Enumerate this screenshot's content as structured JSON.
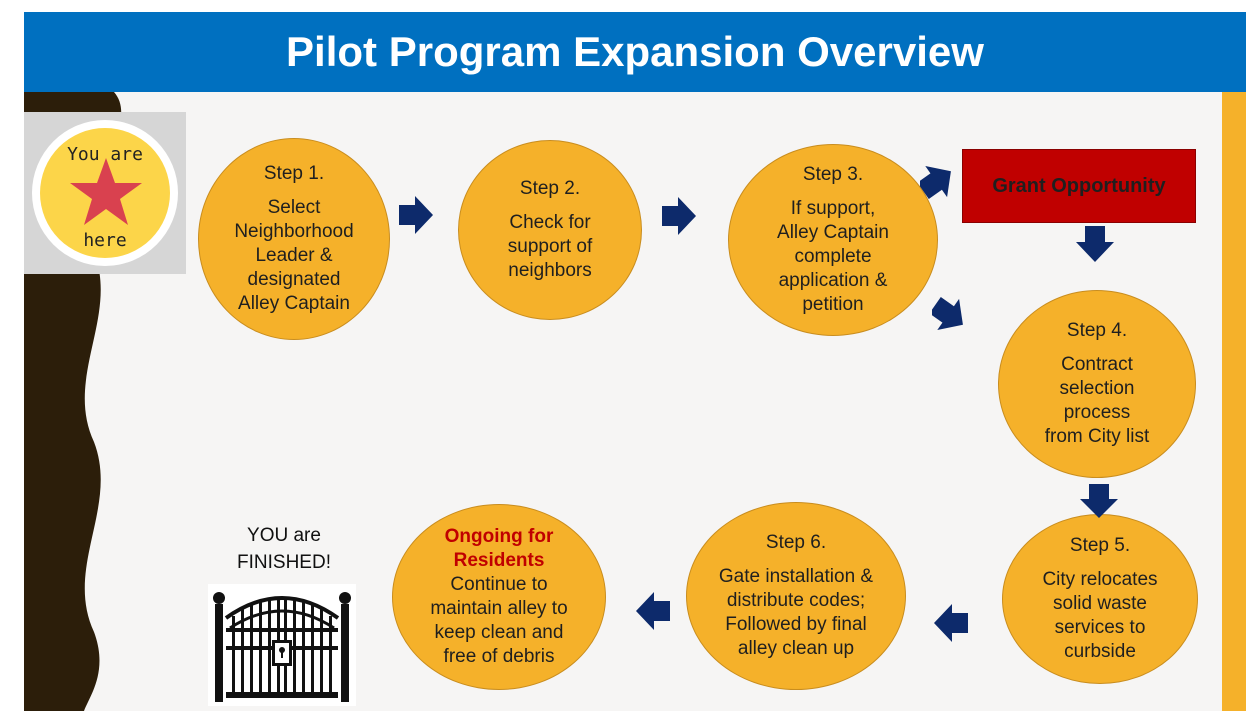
{
  "title": "Pilot Program Expansion Overview",
  "badge": {
    "line1": "You are",
    "line2": "here",
    "icon": "star-icon"
  },
  "steps": [
    {
      "title": "Step 1.",
      "lines": [
        "Select",
        "Neighborhood",
        "Leader &",
        "designated",
        "Alley Captain"
      ]
    },
    {
      "title": "Step 2.",
      "lines": [
        "Check for",
        "support of",
        "neighbors"
      ]
    },
    {
      "title": "Step 3.",
      "lines": [
        "If support,",
        "Alley Captain",
        "complete",
        "application &",
        "petition"
      ]
    },
    {
      "title": "Step 4.",
      "lines": [
        "Contract",
        "selection",
        "process",
        "from City list"
      ]
    },
    {
      "title": "Step 5.",
      "lines": [
        "City relocates",
        "solid waste",
        "services to",
        "curbside"
      ]
    },
    {
      "title": "Step 6.",
      "lines": [
        "Gate installation &",
        "distribute codes;",
        "Followed by final",
        "alley clean up"
      ]
    }
  ],
  "ongoing": {
    "title_line1": "Ongoing for",
    "title_line2": "Residents",
    "lines": [
      "Continue to",
      "maintain alley to",
      "keep clean and",
      "free of debris"
    ]
  },
  "grant": "Grant Opportunity",
  "finished": {
    "line1": "YOU are",
    "line2": "FINISHED!",
    "icon": "gate-icon"
  },
  "colors": {
    "banner": "#0070c0",
    "step_fill": "#f5b12a",
    "grant_fill": "#c00000",
    "arrow": "#0d2a6b",
    "accent_red": "#c00000"
  }
}
